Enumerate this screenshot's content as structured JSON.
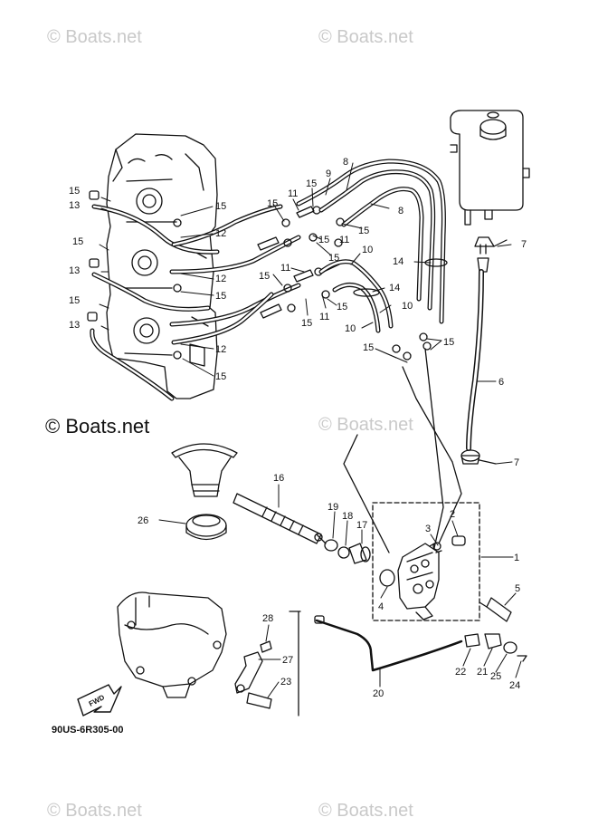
{
  "watermarks": {
    "top_left": "© Boats.net",
    "top_right": "© Boats.net",
    "middle_left": "© Boats.net",
    "middle_right": "© Boats.net",
    "bottom_left": "© Boats.net",
    "bottom_right": "© Boats.net"
  },
  "diagram_code": "90US-6R305-00",
  "fwd_label": "FWD",
  "callouts": {
    "c1": "1",
    "c2": "2",
    "c3": "3",
    "c4": "4",
    "c5": "5",
    "c6": "6",
    "c7a": "7",
    "c7b": "7",
    "c8a": "8",
    "c8b": "8",
    "c9": "9",
    "c10a": "10",
    "c10b": "10",
    "c10c": "10",
    "c11a": "11",
    "c11b": "11",
    "c11c": "11",
    "c11d": "11",
    "c12a": "12",
    "c12b": "12",
    "c12c": "12",
    "c13a": "13",
    "c13b": "13",
    "c13c": "13",
    "c14a": "14",
    "c14b": "14",
    "c15a": "15",
    "c15b": "15",
    "c15c": "15",
    "c15d": "15",
    "c15e": "15",
    "c15f": "15",
    "c15g": "15",
    "c15h": "15",
    "c15i": "15",
    "c15j": "15",
    "c15k": "15",
    "c15l": "15",
    "c15m": "15",
    "c15n": "15",
    "c15o": "15",
    "c16": "16",
    "c17": "17",
    "c18": "18",
    "c19": "19",
    "c20": "20",
    "c21": "21",
    "c22": "22",
    "c23": "23",
    "c24": "24",
    "c25": "25",
    "c26": "26",
    "c27": "27",
    "c28": "28"
  }
}
